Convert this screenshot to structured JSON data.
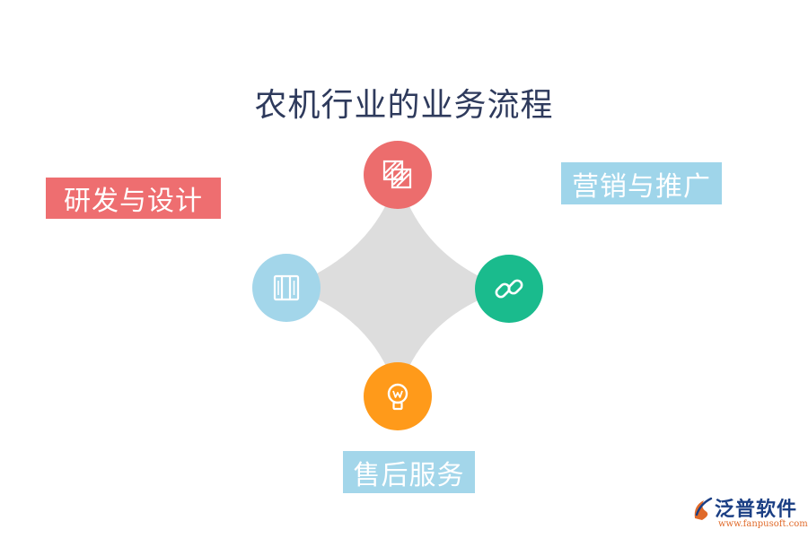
{
  "title": "农机行业的业务流程",
  "labels": {
    "research_design": "研发与设计",
    "marketing": "营销与推广",
    "after_sales": "售后服务"
  },
  "icons": {
    "top": "hatched-squares-icon",
    "left": "book-panels-icon",
    "right": "chain-link-icon",
    "bottom": "lightbulb-icon"
  },
  "colors": {
    "red": "#ec6d6d",
    "light_blue": "#a3d6ea",
    "green": "#1abb8d",
    "orange": "#ff9a1a",
    "star": "#dddddd",
    "title": "#2e3a5c"
  },
  "brand": {
    "name": "泛普软件",
    "url": "www.fanpusoft.com"
  }
}
